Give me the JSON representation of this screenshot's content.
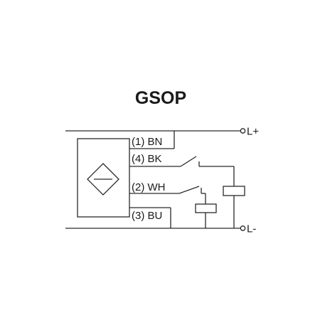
{
  "diagram": {
    "title": "GSOP",
    "wires": [
      {
        "label": "(1) BN"
      },
      {
        "label": "(4) BK"
      },
      {
        "label": "(2) WH"
      },
      {
        "label": "(3) BU"
      }
    ],
    "terminals": {
      "positive": "L+",
      "negative": "L-"
    }
  }
}
